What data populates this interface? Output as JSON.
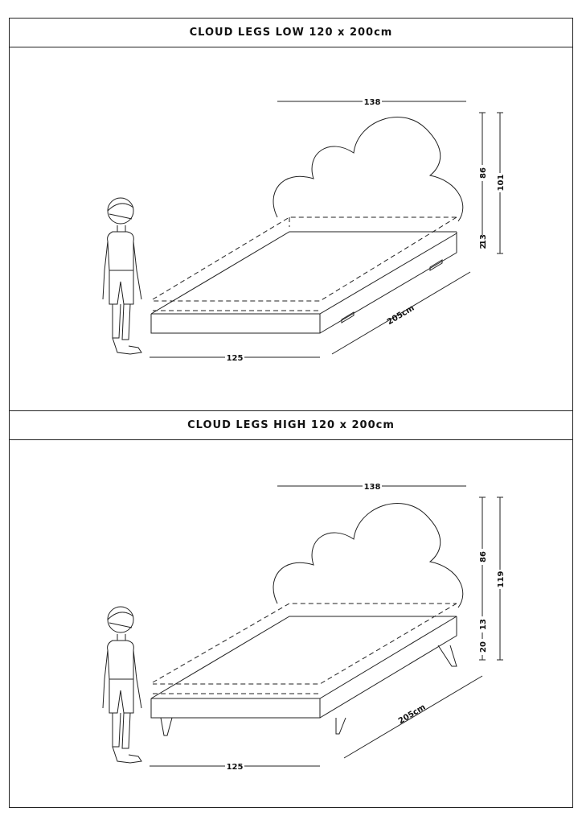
{
  "sections": [
    {
      "title": "CLOUD LEGS LOW 120 x 200cm",
      "dims": {
        "headboard_width": "138",
        "headboard_height": "86",
        "total_height": "101",
        "frame_height_a": "2",
        "frame_height_b": "13",
        "length": "205cm",
        "width": "125"
      }
    },
    {
      "title": "CLOUD LEGS HIGH 120 x 200cm",
      "dims": {
        "headboard_width": "138",
        "headboard_height": "86",
        "total_height": "119",
        "frame_height_a": "20",
        "frame_height_b": "13",
        "length": "205cm",
        "width": "125"
      }
    }
  ]
}
